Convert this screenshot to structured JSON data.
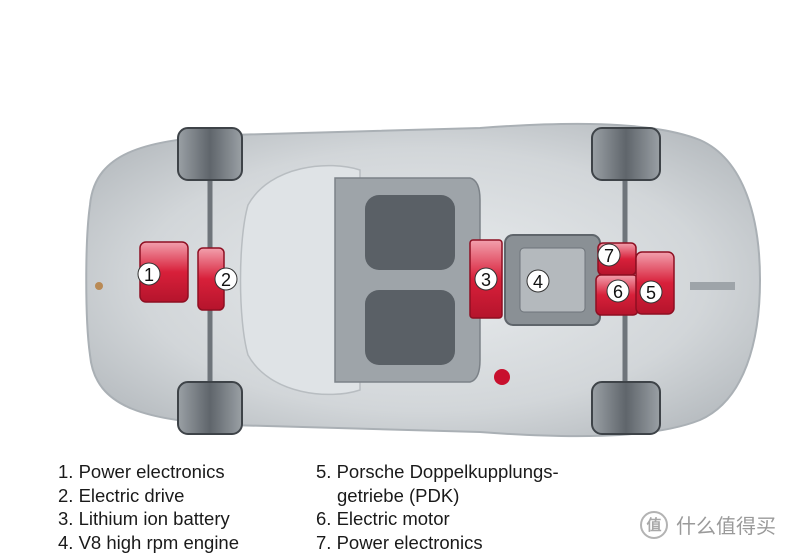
{
  "callouts": [
    {
      "number": "1"
    },
    {
      "number": "2"
    },
    {
      "number": "3"
    },
    {
      "number": "4"
    },
    {
      "number": "5"
    },
    {
      "number": "6"
    },
    {
      "number": "7"
    }
  ],
  "legend": {
    "left": [
      "1. Power electronics",
      "2. Electric drive",
      "3. Lithium ion battery",
      "4. V8 high rpm engine"
    ],
    "right": [
      {
        "text": "5. Porsche Doppelkupplungs-",
        "cont": "getriebe (PDK)"
      },
      {
        "text": "6. Electric motor"
      },
      {
        "text": "7. Power electronics"
      }
    ]
  },
  "watermark": {
    "icon": "值",
    "text": "什么值得买"
  },
  "colors": {
    "component_red": "#d8203a",
    "body_gray": "#c9cdd0",
    "tire_dark": "#4a4e53"
  }
}
